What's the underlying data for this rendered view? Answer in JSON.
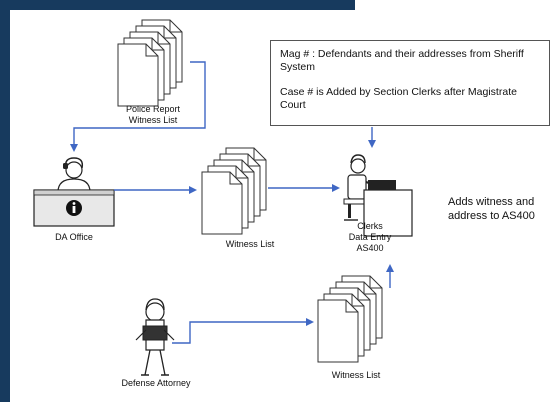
{
  "colors": {
    "background": "#173a5e",
    "canvas": "#ffffff",
    "arrow": "#3f67c4"
  },
  "nodes": {
    "police_report": {
      "line1": "Police Report",
      "line2": "Witness List"
    },
    "da_office": {
      "label": "DA Office"
    },
    "witness_list_mid": {
      "label": "Witness List"
    },
    "clerks": {
      "line1": "Clerks",
      "line2": "Data Entry",
      "line3": "AS400"
    },
    "defense_attorney": {
      "label": "Defense Attorney"
    },
    "witness_list_bottom": {
      "label": "Witness List"
    }
  },
  "note": {
    "line1": "Mag # : Defendants and their addresses from Sheriff System",
    "line2": "Case # is Added by Section Clerks after Magistrate Court"
  },
  "side_text": {
    "line1": "Adds witness and",
    "line2": "address to AS400"
  },
  "icons": [
    "document-stack-icon",
    "desk-person-icon",
    "info-icon",
    "computer-operator-icon",
    "attorney-figure-icon"
  ]
}
